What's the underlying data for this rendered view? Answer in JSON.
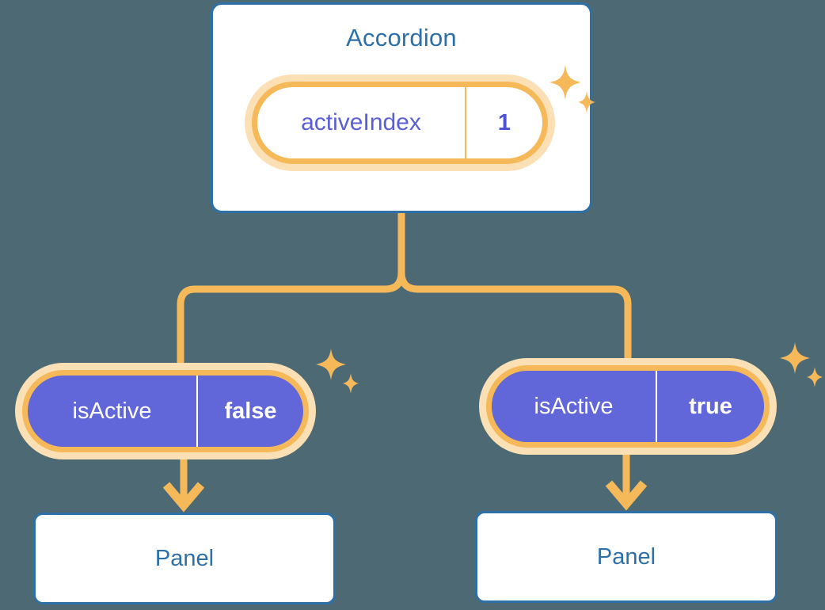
{
  "diagram": {
    "type": "component-state-tree",
    "background_color": "#4d6a74",
    "accent_orange": "#f6b95a",
    "accent_orange_glow": "#fbe0b5",
    "accent_blue": "#2d70a8",
    "accent_purple": "#6166d8"
  },
  "parent": {
    "title": "Accordion",
    "state_pill": {
      "key": "activeIndex",
      "value": "1"
    },
    "sparkle_icon": "sparkle-icon"
  },
  "children": [
    {
      "id": "left",
      "pill": {
        "key": "isActive",
        "value": "false"
      },
      "panel_label": "Panel",
      "arrow_icon": "arrow-down-icon",
      "sparkle_icon": "sparkle-icon"
    },
    {
      "id": "right",
      "pill": {
        "key": "isActive",
        "value": "true"
      },
      "panel_label": "Panel",
      "arrow_icon": "arrow-down-icon",
      "sparkle_icon": "sparkle-icon"
    }
  ],
  "connectors": {
    "fork_icon": "branch-connector",
    "color": "#f6b95a"
  }
}
